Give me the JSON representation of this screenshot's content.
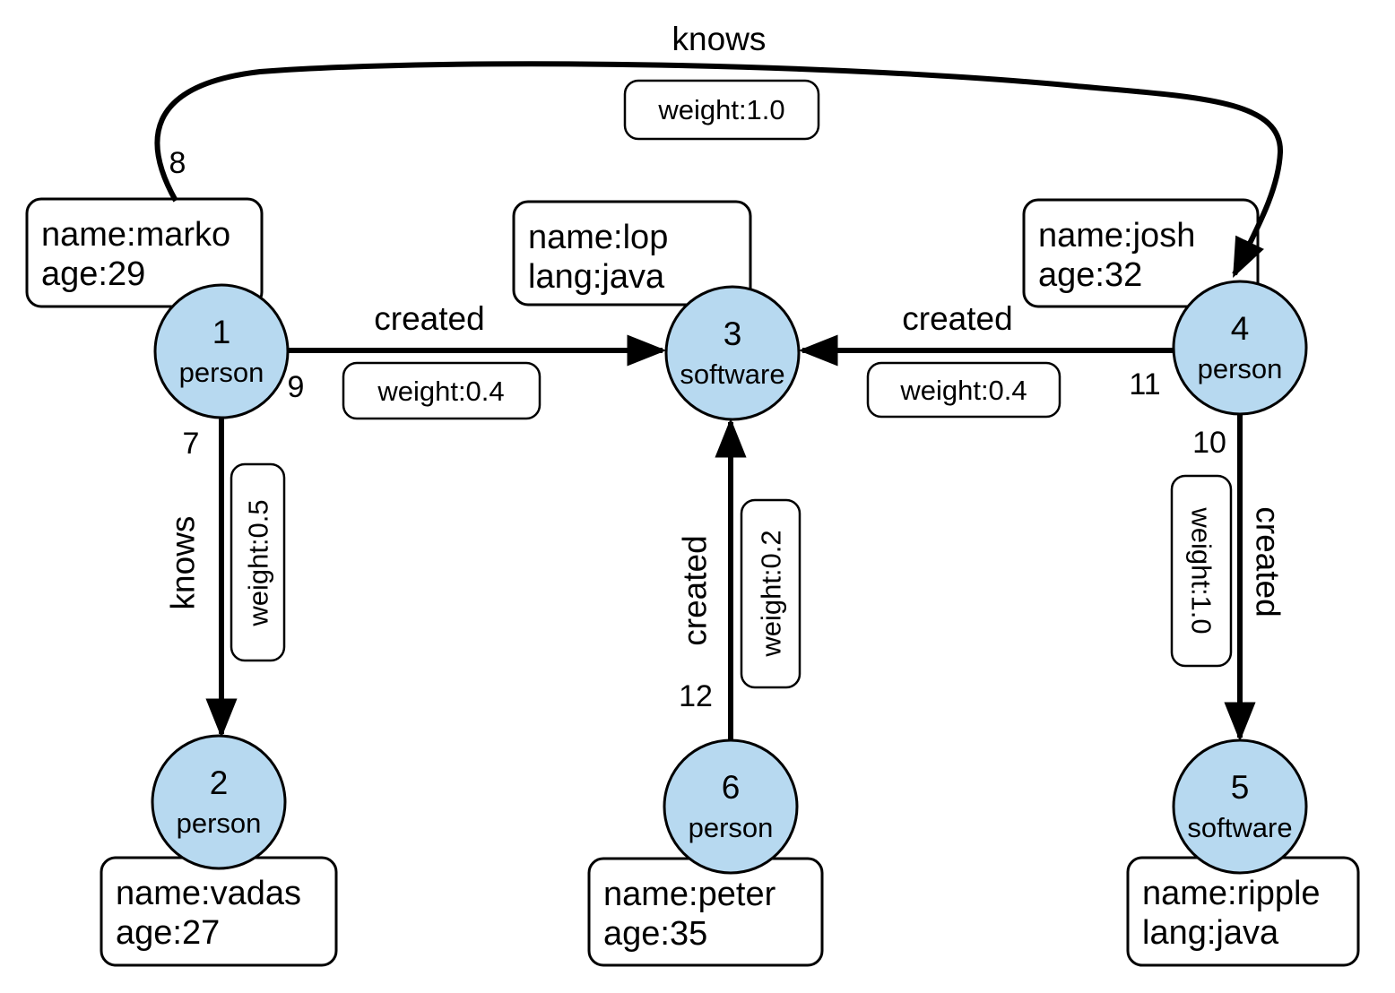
{
  "diagram_type": "property-graph",
  "nodes": [
    {
      "id": "1",
      "type": "person",
      "props": [
        "name:marko",
        "age:29"
      ]
    },
    {
      "id": "2",
      "type": "person",
      "props": [
        "name:vadas",
        "age:27"
      ]
    },
    {
      "id": "3",
      "type": "software",
      "props": [
        "name:lop",
        "lang:java"
      ]
    },
    {
      "id": "4",
      "type": "person",
      "props": [
        "name:josh",
        "age:32"
      ]
    },
    {
      "id": "5",
      "type": "software",
      "props": [
        "name:ripple",
        "lang:java"
      ]
    },
    {
      "id": "6",
      "type": "person",
      "props": [
        "name:peter",
        "age:35"
      ]
    }
  ],
  "edges": [
    {
      "id": "7",
      "label": "knows",
      "weight": "weight:0.5",
      "from": "1",
      "to": "2"
    },
    {
      "id": "8",
      "label": "knows",
      "weight": "weight:1.0",
      "from": "1",
      "to": "4"
    },
    {
      "id": "9",
      "label": "created",
      "weight": "weight:0.4",
      "from": "1",
      "to": "3"
    },
    {
      "id": "10",
      "label": "created",
      "weight": "weight:1.0",
      "from": "4",
      "to": "5"
    },
    {
      "id": "11",
      "label": "created",
      "weight": "weight:0.4",
      "from": "4",
      "to": "3"
    },
    {
      "id": "12",
      "label": "created",
      "weight": "weight:0.2",
      "from": "6",
      "to": "3"
    }
  ],
  "colors": {
    "node_fill": "#b7d9f0",
    "stroke": "#000000",
    "box_fill": "#ffffff",
    "background": "#ffffff"
  }
}
